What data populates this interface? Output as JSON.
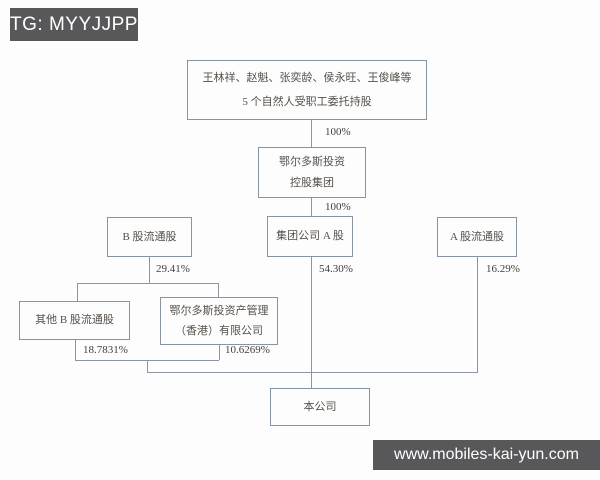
{
  "badges": {
    "telegram": "TG: MYYJJPP",
    "website": "www.mobiles-kai-yun.com"
  },
  "diagram": {
    "nodes": {
      "shareholders": {
        "line1": "王林祥、赵魁、张奕龄、侯永旺、王俊峰等",
        "line2": "5 个自然人受职工委托持股"
      },
      "holding_group": {
        "line1": "鄂尔多斯投资",
        "line2": "控股集团"
      },
      "b_share": {
        "label": "B 股流通股"
      },
      "group_a_share": {
        "label": "集团公司 A 股"
      },
      "a_share": {
        "label": "A 股流通股"
      },
      "other_b_share": {
        "label": "其他 B 股流通股"
      },
      "hk_company": {
        "line1": "鄂尔多斯投资产管理",
        "line2": "（香港）有限公司"
      },
      "company": {
        "label": "本公司"
      }
    },
    "edges": {
      "shareholders_to_holding": "100%",
      "holding_to_group_a": "100%",
      "b_share_pct": "29.41%",
      "group_a_pct": "54.30%",
      "a_share_pct": "16.29%",
      "other_b_pct": "18.7831%",
      "hk_pct": "10.6269%"
    },
    "colors": {
      "background": "#fdfdfd",
      "box_border": "#8794a3",
      "connector_line": "#8b95a3",
      "node_text": "#56504a",
      "percent_text": "#433e38",
      "badge_background": "#58585a",
      "badge_text": "#ffffff"
    }
  }
}
